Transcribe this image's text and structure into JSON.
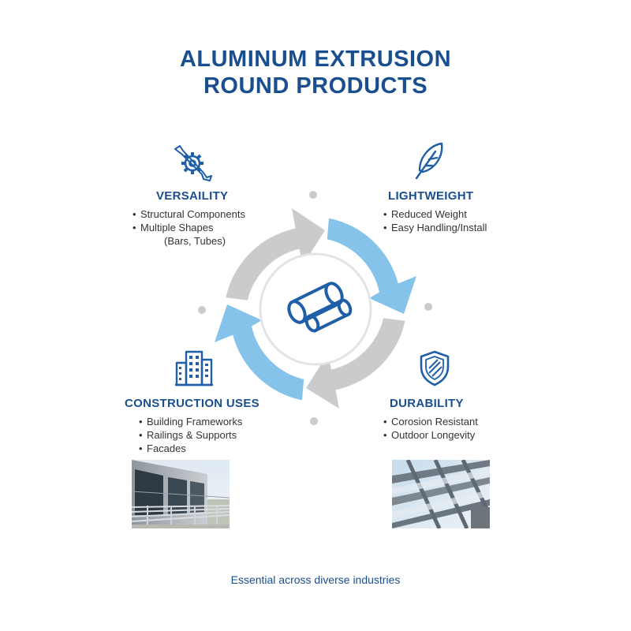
{
  "title": {
    "line1": "ALUMINUM EXTRUSION",
    "line2": "ROUND PRODUCTS"
  },
  "sections": {
    "versatility": {
      "heading": "VERSAILITY",
      "icon": "gear-wrench-icon",
      "items": [
        "Structural Components",
        "Multiple Shapes"
      ],
      "subnote": "(Bars, Tubes)"
    },
    "lightweight": {
      "heading": "LIGHTWEIGHT",
      "icon": "feather-icon",
      "items": [
        "Reduced Weight",
        "Easy Handling/Install"
      ]
    },
    "construction": {
      "heading": "CONSTRUCTION USES",
      "icon": "building-icon",
      "items": [
        "Building Frameworks",
        "Railings & Supports",
        "Facades"
      ]
    },
    "durability": {
      "heading": "DURABILITY",
      "icon": "shield-icon",
      "items": [
        "Corosion Resistant",
        "Outdoor Longevity"
      ]
    }
  },
  "center": {
    "icon": "round-bars-icon"
  },
  "photos": {
    "left": "railing-building-photo",
    "right": "canopy-structure-photo"
  },
  "footer": "Essential across diverse industries",
  "colors": {
    "title": "#1a4f8f",
    "icon": "#1f5fa8",
    "arrow_blue": "#86c3ea",
    "arrow_gray": "#c9cbcd"
  }
}
